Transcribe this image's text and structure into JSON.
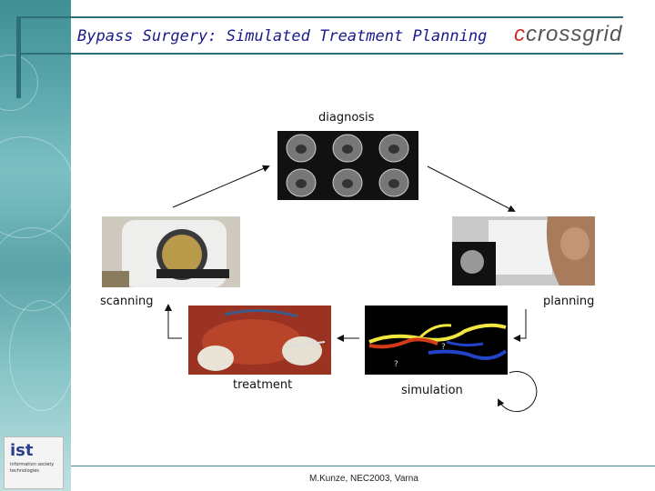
{
  "slide": {
    "title": "Bypass Surgery: Simulated Treatment Planning",
    "logo_text": "crossgrid",
    "footer": "M.Kunze, NEC2003, Varna"
  },
  "cycle": {
    "diagnosis": "diagnosis",
    "planning": "planning",
    "simulation": "simulation",
    "treatment": "treatment",
    "scanning": "scanning"
  },
  "simulation_marks": {
    "q1": "?",
    "q2": "?"
  },
  "ist_logo": {
    "text": "ist",
    "caption": "information society technologies"
  },
  "colors": {
    "title": "#1a1a8a",
    "rule": "#2e6f75",
    "sidebar": "#5aa7ad"
  }
}
